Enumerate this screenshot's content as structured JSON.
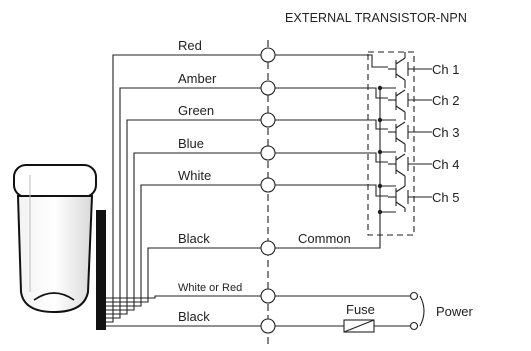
{
  "title": "EXTERNAL TRANSISTOR-NPN",
  "wires": [
    {
      "label": "Red"
    },
    {
      "label": "Amber"
    },
    {
      "label": "Green"
    },
    {
      "label": "Blue"
    },
    {
      "label": "White"
    },
    {
      "label": "Black"
    },
    {
      "label": "White or Red"
    },
    {
      "label": "Black"
    }
  ],
  "channels": [
    "Ch 1",
    "Ch 2",
    "Ch 3",
    "Ch 4",
    "Ch 5"
  ],
  "common_label": "Common",
  "fuse_label": "Fuse",
  "power_label": "Power",
  "colors": {
    "line": "#222222",
    "background": "#ffffff",
    "device_body": "#111111"
  }
}
